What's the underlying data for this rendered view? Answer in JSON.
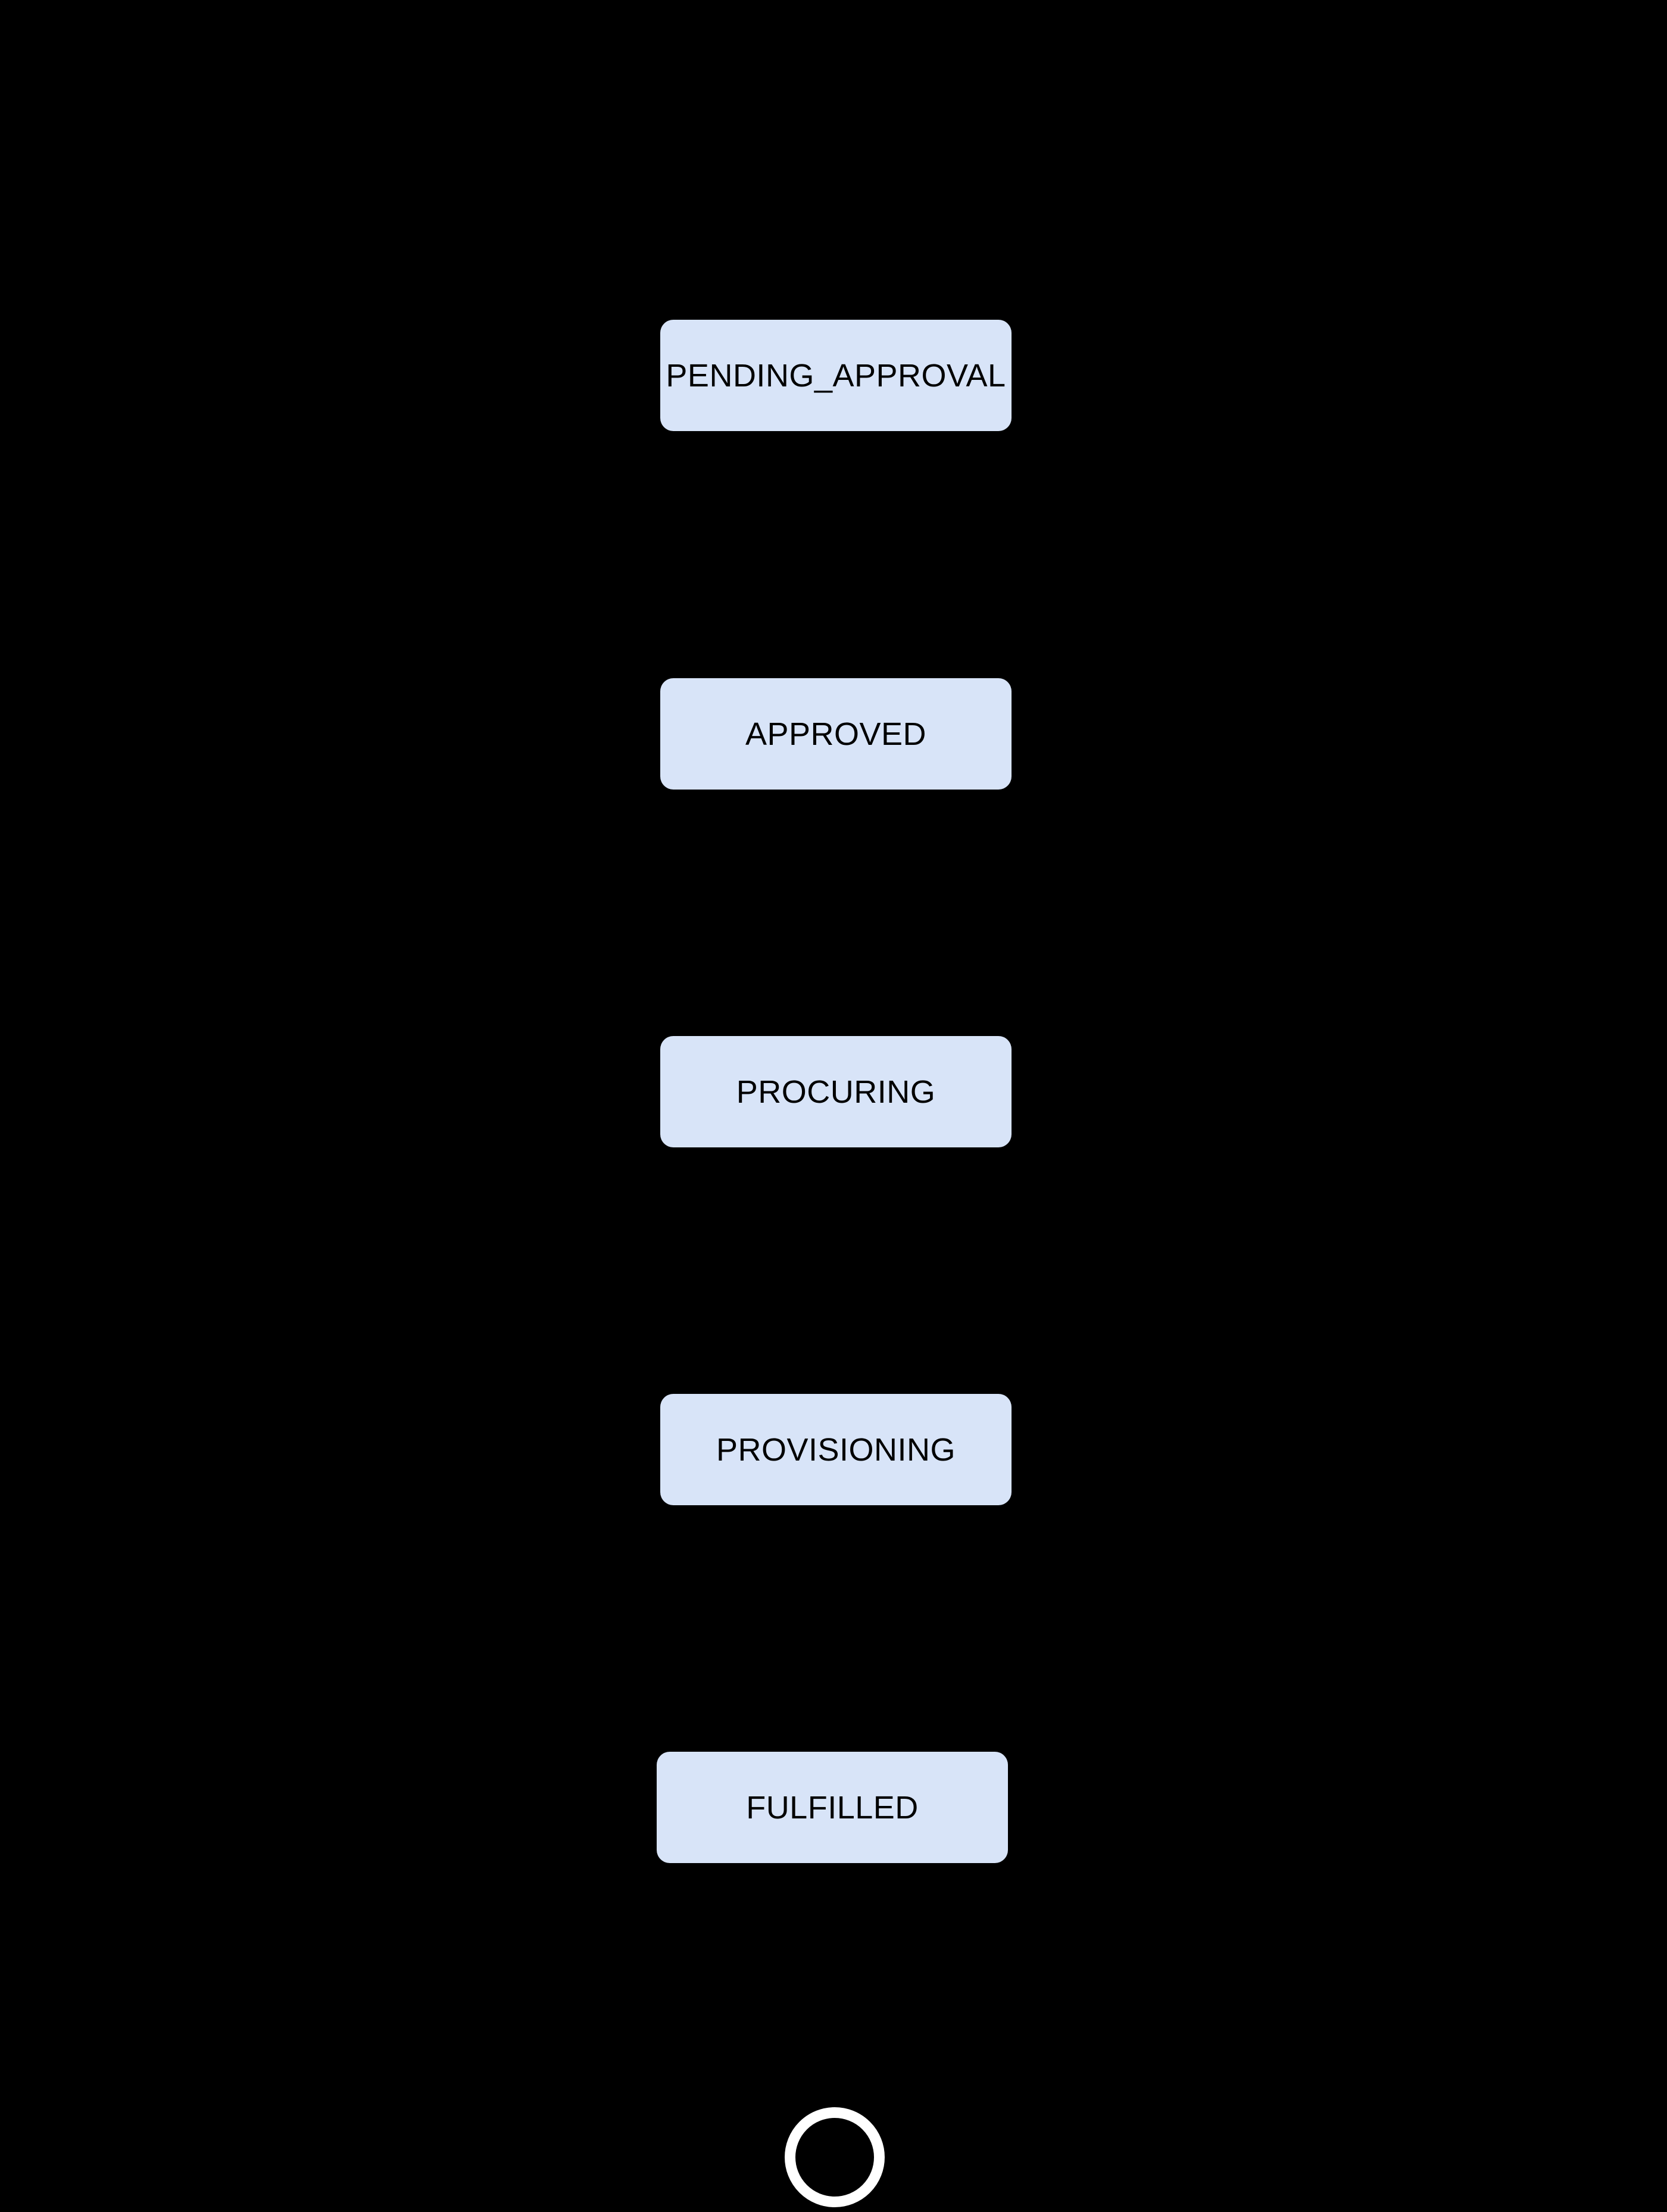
{
  "diagram": {
    "type": "state-flow",
    "background_color": "#000000",
    "node_fill_color": "#d8e4f8",
    "node_text_color": "#000000",
    "final_state_stroke_color": "#ffffff",
    "states": [
      {
        "label": "PENDING_APPROVAL"
      },
      {
        "label": "APPROVED"
      },
      {
        "label": "PROCURING"
      },
      {
        "label": "PROVISIONING"
      },
      {
        "label": "FULFILLED"
      }
    ],
    "flow_order": [
      "PENDING_APPROVAL",
      "APPROVED",
      "PROCURING",
      "PROVISIONING",
      "FULFILLED"
    ],
    "end_marker": "final-state-circle"
  }
}
